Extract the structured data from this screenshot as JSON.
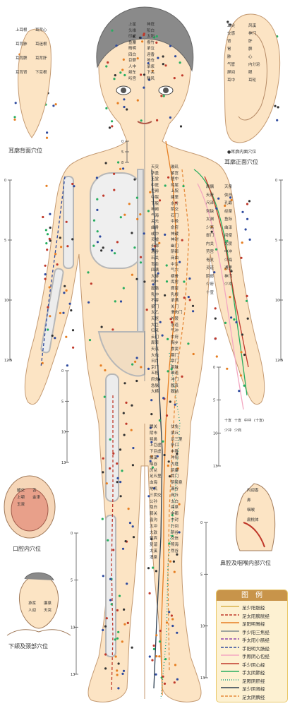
{
  "captions": {
    "ear_back": "耳廓背面穴位",
    "ear_front": "耳廓正面穴位",
    "mouth": "口腔内穴位",
    "nose_throat": "鼻腔及咽喉内部穴位",
    "chin_neck": "下颌及颈部穴位"
  },
  "ear_back_labels": [
    "上耳根",
    "耳背心",
    "耳背肺",
    "耳迷根",
    "耳背脾",
    "耳背肝",
    "耳背肾",
    "下耳根"
  ],
  "ear_front_labels": [
    "耳尖",
    "风溪",
    "交感",
    "神门",
    "肾",
    "肝",
    "胃",
    "脾",
    "肺",
    "心",
    "气管",
    "内分泌",
    "屏间",
    "眼",
    "耳中",
    "耳轮"
  ],
  "ear_front_note": "●耳廓内面穴位",
  "head_labels": [
    "上星",
    "神庭",
    "头维",
    "阳白",
    "印堂",
    "太阳",
    "鱼腰",
    "攒竹",
    "睛明",
    "承泣",
    "四白",
    "迎香",
    "巨髎",
    "地仓",
    "人中",
    "承浆",
    "颊车",
    "下关",
    "听宫",
    "翳风"
  ],
  "trunk_labels": [
    "天突",
    "璇玑",
    "华盖",
    "紫宫",
    "玉堂",
    "膻中",
    "中庭",
    "鸠尾",
    "巨阙",
    "上脘",
    "中脘",
    "建里",
    "下脘",
    "水分",
    "神阙",
    "阴交",
    "气海",
    "石门",
    "关元",
    "中极",
    "曲骨",
    "俞府",
    "彧中",
    "神藏",
    "灵墟",
    "神封",
    "步廊",
    "幽门",
    "通谷",
    "阴都",
    "石关",
    "商曲",
    "肓俞",
    "中注",
    "四满",
    "气穴",
    "大赫",
    "横骨",
    "气户",
    "库房",
    "屋翳",
    "膺窗",
    "乳中",
    "乳根",
    "不容",
    "承满",
    "梁门",
    "关门",
    "太乙",
    "滑肉门",
    "天枢",
    "外陵",
    "大巨",
    "水道",
    "归来",
    "气冲",
    "云门",
    "中府",
    "周荣",
    "胸乡",
    "天溪",
    "食窦",
    "大包",
    "期门",
    "日月",
    "章门",
    "京门",
    "带脉",
    "五枢",
    "维道",
    "府舍",
    "冲门",
    "急脉",
    "腹哀",
    "大横",
    "腹结"
  ],
  "arm_labels": [
    "肩髃",
    "天泉",
    "天府",
    "侠白",
    "尺泽",
    "孔最",
    "列缺",
    "经渠",
    "太渊",
    "鱼际",
    "少商",
    "曲泽",
    "郄门",
    "间使",
    "内关",
    "大陵",
    "劳宫",
    "中冲",
    "青灵",
    "少海",
    "灵道",
    "通里",
    "阴郄",
    "神门",
    "少府",
    "少冲",
    "十宣"
  ],
  "leg_labels": [
    "髀关",
    "伏兔",
    "阴市",
    "梁丘",
    "犊鼻",
    "足三里",
    "上巨虚",
    "条口",
    "下巨虚",
    "丰隆",
    "解溪",
    "冲阳",
    "陷谷",
    "内庭",
    "厉兑",
    "阴廉",
    "足五里",
    "箕门",
    "血海",
    "阴陵泉",
    "地机",
    "漏谷",
    "三阴交",
    "商丘",
    "公孙",
    "太白",
    "隐白",
    "曲泉",
    "膝关",
    "中都",
    "蠡沟",
    "中封",
    "太冲",
    "行间",
    "大敦",
    "阴谷",
    "筑宾",
    "交信",
    "复溜",
    "照海",
    "太溪",
    "然谷",
    "涌泉"
  ],
  "mouth_labels": [
    "龈交",
    "舌",
    "上颚",
    "金津",
    "玉液"
  ],
  "nose_labels": [
    "内迎香",
    "鼻",
    "咽喉",
    "扁桃体"
  ],
  "chin_labels": [
    "承浆",
    "廉泉",
    "人迎",
    "天突"
  ],
  "scale_left_arm": [
    "0",
    "5",
    "10",
    "12.5"
  ],
  "scale_right_arm": [
    "0",
    "5",
    "10",
    "12.5"
  ],
  "scale_left_thigh": [
    "0",
    "5",
    "10",
    "13"
  ],
  "scale_left_shank": [
    "0",
    "5",
    "10",
    "13"
  ],
  "scale_right_thigh": [
    "0",
    "5",
    "10",
    "13"
  ],
  "scale_right_shank": [
    "0",
    "5",
    "10",
    "13"
  ],
  "scale_trunk": [
    "0",
    "5",
    "8"
  ],
  "finger_tip_labels": [
    "十宣",
    "十宣",
    "中冲",
    "(十宣)",
    "少冲",
    "少商"
  ],
  "legend": {
    "title": "图　例",
    "items": [
      {
        "label": "足少阳胆经",
        "color": "#d9b24a",
        "dash": "solid"
      },
      {
        "label": "足太阳膀胱经",
        "color": "#c0392b",
        "dash": "dashed"
      },
      {
        "label": "足阳明胃经",
        "color": "#e67e22",
        "dash": "solid"
      },
      {
        "label": "手少阳三焦经",
        "color": "#7f8c8d",
        "dash": "solid"
      },
      {
        "label": "手太阳小肠经",
        "color": "#8e44ad",
        "dash": "dashed"
      },
      {
        "label": "手阳明大肠经",
        "color": "#2e4a9e",
        "dash": "dashed"
      },
      {
        "label": "手厥阴心包经",
        "color": "#f3a7c1",
        "dash": "solid"
      },
      {
        "label": "手少阴心经",
        "color": "#c0392b",
        "dash": "solid"
      },
      {
        "label": "手太阴肺经",
        "color": "#27ae60",
        "dash": "solid"
      },
      {
        "label": "足厥阴肝经",
        "color": "#16a085",
        "dash": "dotted"
      },
      {
        "label": "足少阴肾经",
        "color": "#2c3e50",
        "dash": "solid"
      },
      {
        "label": "足太阴脾经",
        "color": "#e58a3a",
        "dash": "dashed"
      }
    ]
  }
}
